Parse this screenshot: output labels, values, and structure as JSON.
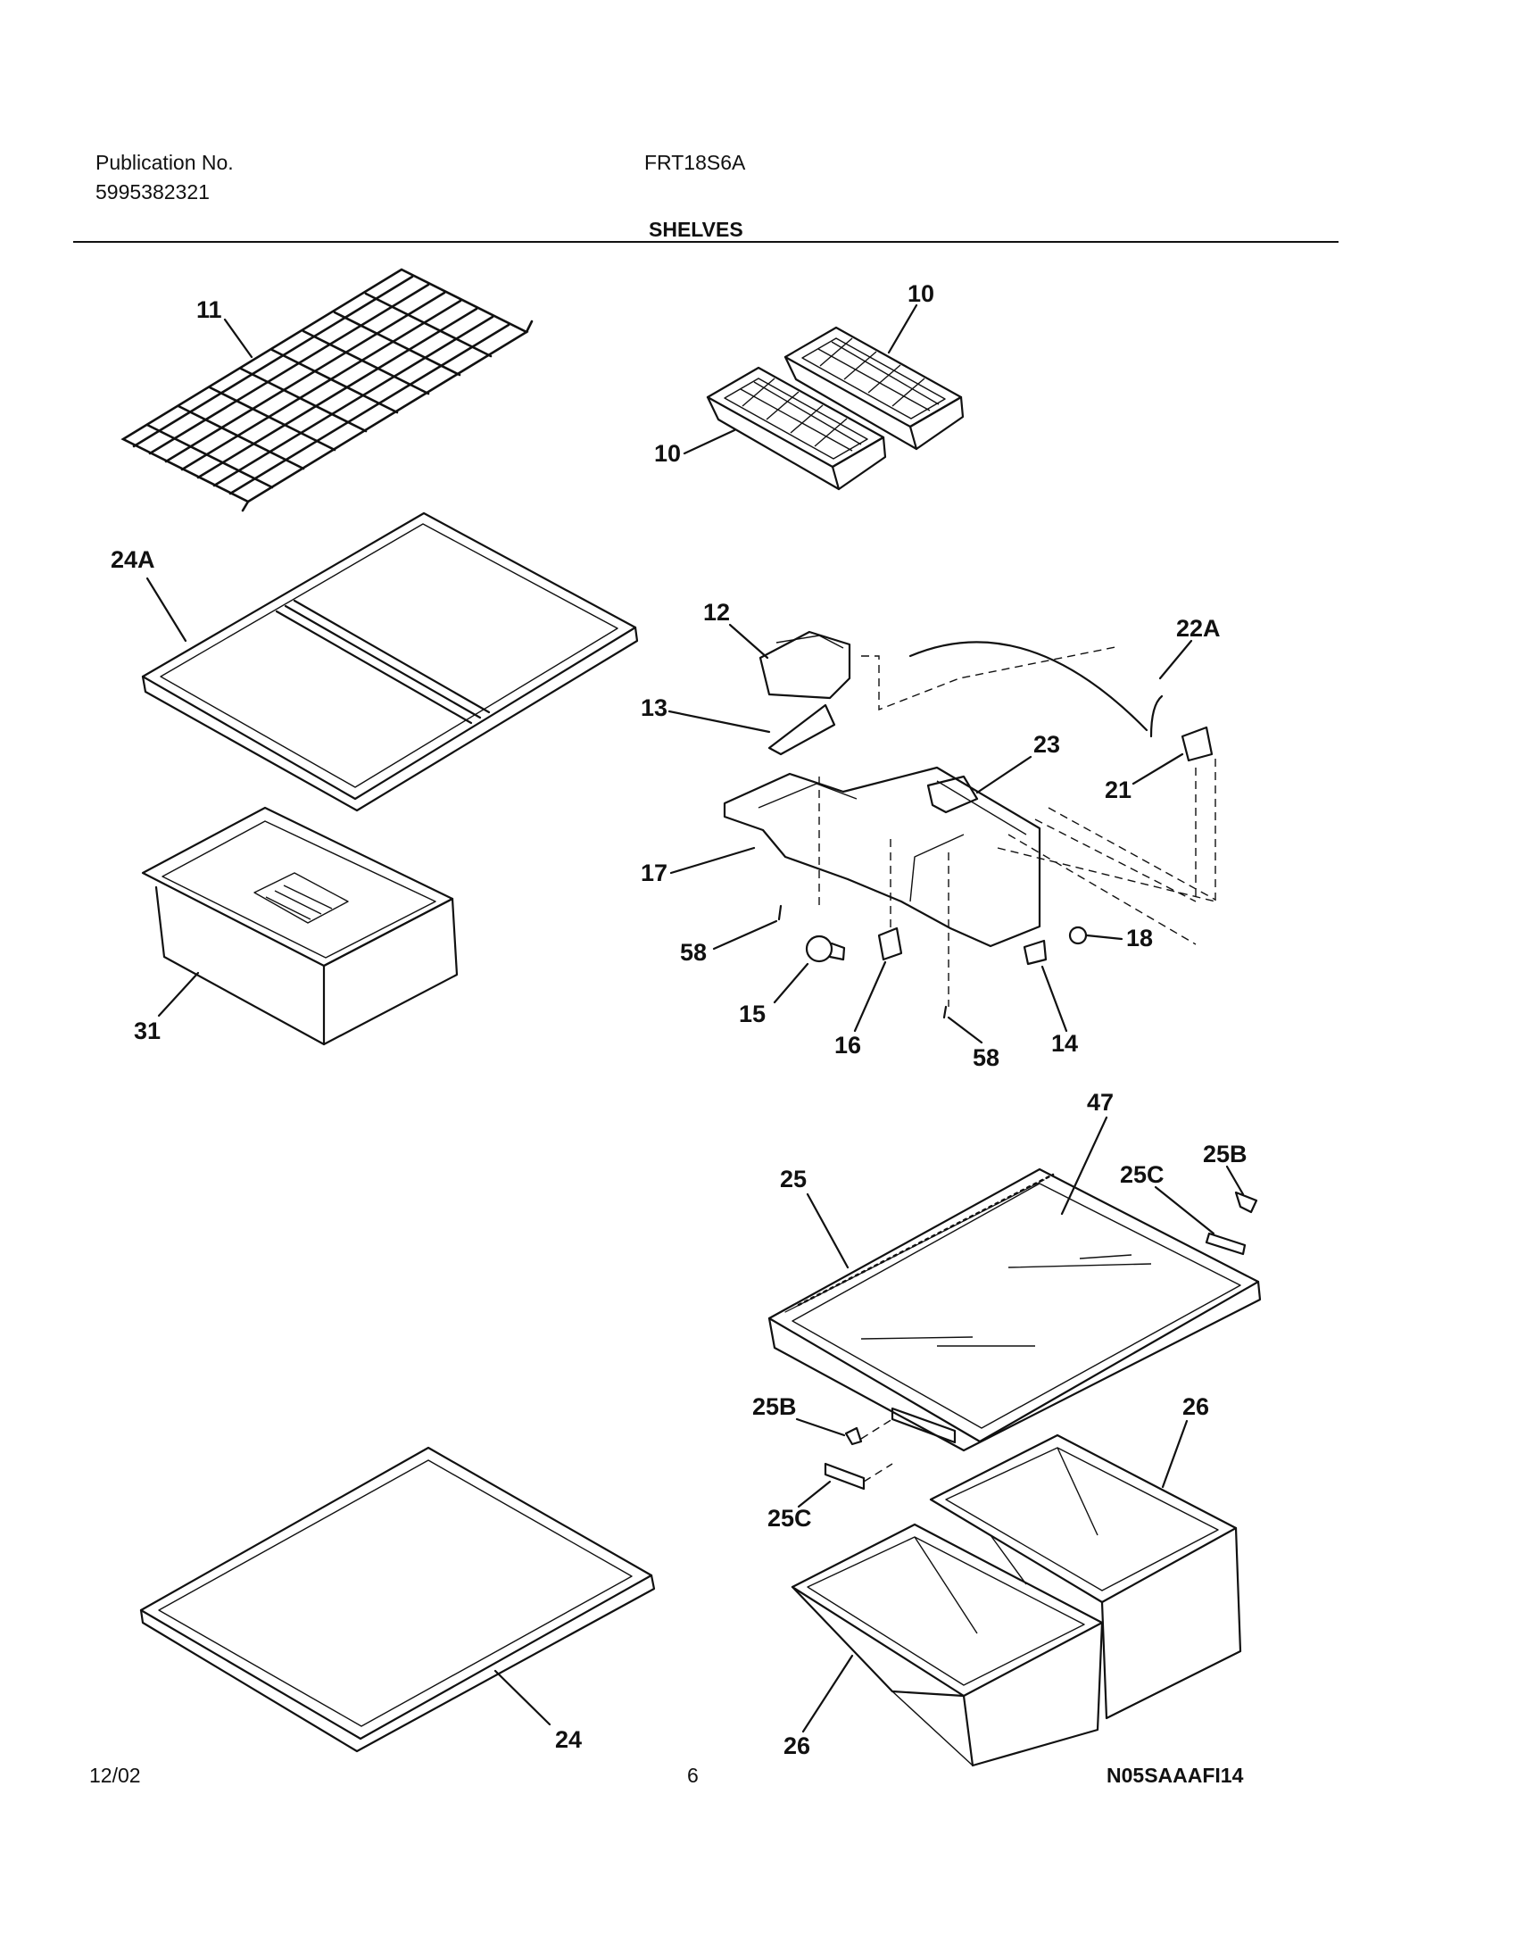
{
  "header": {
    "publication_label": "Publication No.",
    "publication_number": "5995382321",
    "model": "FRT18S6A",
    "section_title": "SHELVES"
  },
  "footer": {
    "date": "12/02",
    "page_number": "6",
    "drawing_code": "N05SAAAFI14"
  },
  "callouts": {
    "p11": "11",
    "p10a": "10",
    "p10b": "10",
    "p24A": "24A",
    "p12": "12",
    "p22A": "22A",
    "p13": "13",
    "p23": "23",
    "p21": "21",
    "p17": "17",
    "p31": "31",
    "p58a": "58",
    "p18": "18",
    "p15": "15",
    "p16": "16",
    "p58b": "58",
    "p14": "14",
    "p47": "47",
    "p25B_top": "25B",
    "p25C_top": "25C",
    "p25": "25",
    "p25B_bottom": "25B",
    "p26_top": "26",
    "p25C_bottom": "25C",
    "p26_bottom": "26",
    "p24": "24"
  }
}
